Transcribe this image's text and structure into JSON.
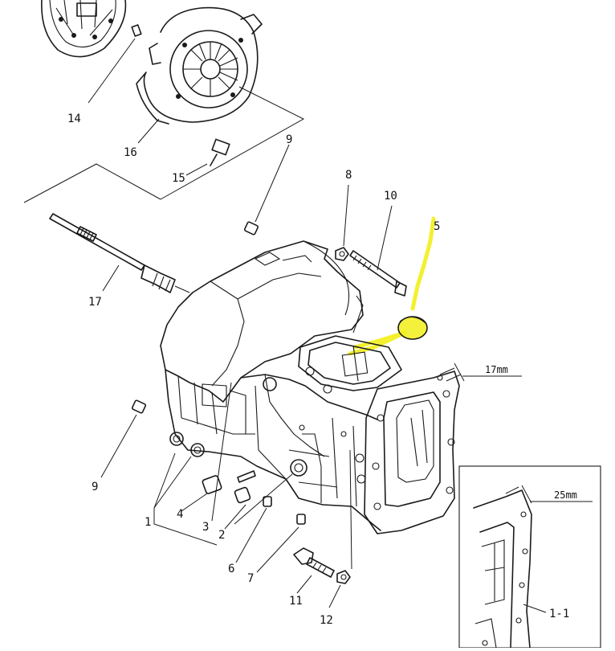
{
  "labels": {
    "1": "1",
    "1-1": "1-1",
    "2": "2",
    "3": "3",
    "4": "4",
    "5": "5",
    "6": "6",
    "7": "7",
    "8": "8",
    "9a": "9",
    "9b": "9",
    "10": "10",
    "11": "11",
    "12": "12",
    "14": "14",
    "15": "15",
    "16": "16",
    "17": "17"
  },
  "dimensions": {
    "upper": "17mm",
    "lower": "25mm"
  },
  "highlight_color": "#f2ee1a"
}
